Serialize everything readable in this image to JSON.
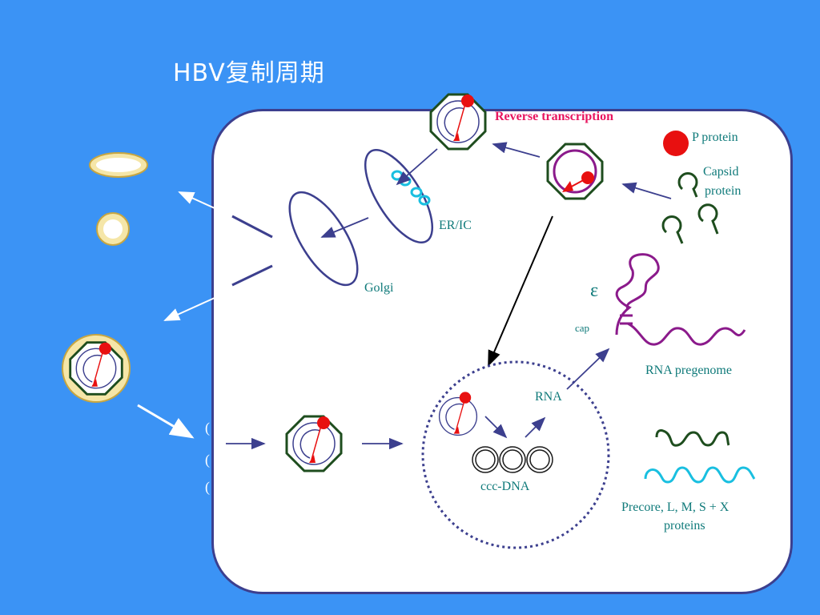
{
  "slide": {
    "title": "HBV复制周期"
  },
  "labels": {
    "reverse_transcription": "Reverse transcription",
    "p_protein": "P protein",
    "capsid_protein_line1": "Capsid",
    "capsid_protein_line2": "protein",
    "er_ic": "ER/IC",
    "golgi": "Golgi",
    "epsilon": "ε",
    "cap": "cap",
    "rna_pregenome": "RNA pregenome",
    "rna": "RNA",
    "ccc_dna": "ccc-DNA",
    "precore_line1": "Precore, L, M, S + X",
    "precore_line2": "proteins"
  },
  "left_clipped_marks": [
    "(",
    "(",
    "("
  ],
  "colors": {
    "background": "#3b93f5",
    "cell_border": "#3c3f8e",
    "arrow_blue": "#3c3f8e",
    "capsid_green": "#1e4d1e",
    "polymerase_red": "#e81010",
    "rna_purple": "#8b1a8b",
    "envelope_tan": "#f5e6a8",
    "teal_text": "#0f7a7a",
    "magenta_text": "#e8155f",
    "cyan_mrna": "#19bfe0"
  }
}
